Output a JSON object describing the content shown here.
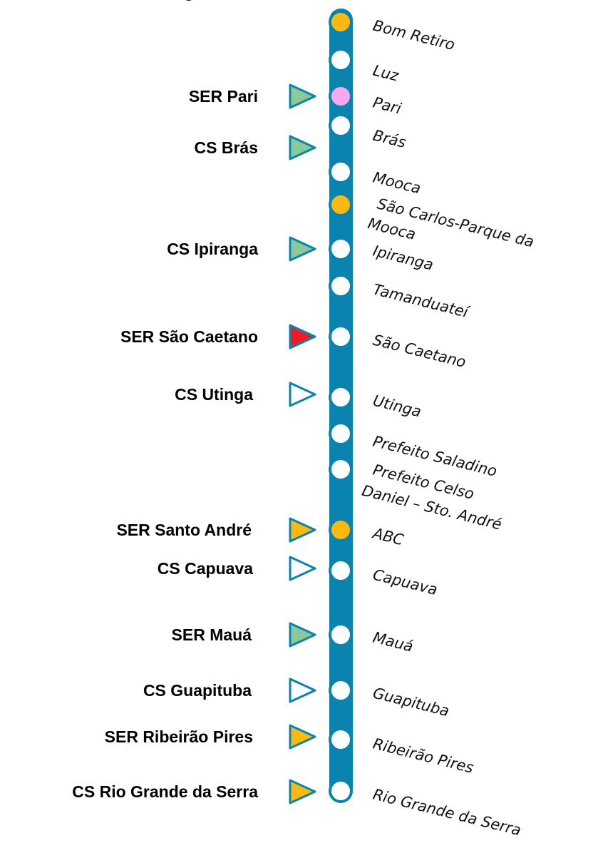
{
  "line": {
    "color": "#0A84AE"
  },
  "top_clipped_label": "g",
  "stations": [
    {
      "label": "Bom Retiro",
      "fill": "#FCB913"
    },
    {
      "label": "Luz",
      "fill": "#FFFFFF"
    },
    {
      "label": "Pari",
      "fill": "#F9A8EE"
    },
    {
      "label": "Brás",
      "fill": "#FFFFFF"
    },
    {
      "label": "Mooca",
      "fill": "#FFFFFF"
    },
    {
      "label": "São Carlos-Parque da Mooca",
      "fill": "#FCB913"
    },
    {
      "label": "Ipiranga",
      "fill": "#FFFFFF"
    },
    {
      "label": "Tamanduateí",
      "fill": "#FFFFFF"
    },
    {
      "label": "São Caetano",
      "fill": "#FFFFFF"
    },
    {
      "label": "Utinga",
      "fill": "#FFFFFF"
    },
    {
      "label": "Prefeito Saladino",
      "fill": "#FFFFFF"
    },
    {
      "label": "Prefeito Celso Daniel – Sto. André",
      "fill": "#FFFFFF"
    },
    {
      "label": "ABC",
      "fill": "#FCB913"
    },
    {
      "label": "Capuava",
      "fill": "#FFFFFF"
    },
    {
      "label": "Mauá",
      "fill": "#FFFFFF"
    },
    {
      "label": "Guapituba",
      "fill": "#FFFFFF"
    },
    {
      "label": "Ribeirão Pires",
      "fill": "#FFFFFF"
    },
    {
      "label": "Rio Grande da Serra",
      "fill": "#FFFFFF"
    }
  ],
  "facilities": [
    {
      "label": "SER Pari",
      "marker_fill": "#8CC99A"
    },
    {
      "label": "CS Brás",
      "marker_fill": "#8CC99A"
    },
    {
      "label": "CS Ipiranga",
      "marker_fill": "#8CC99A"
    },
    {
      "label": "SER São Caetano",
      "marker_fill": "#EE1C25"
    },
    {
      "label": "CS Utinga",
      "marker_fill": "#FFFFFF"
    },
    {
      "label": "SER Santo André",
      "marker_fill": "#FCB913"
    },
    {
      "label": "CS Capuava",
      "marker_fill": "#FFFFFF"
    },
    {
      "label": "SER Mauá",
      "marker_fill": "#8CC99A"
    },
    {
      "label": "CS Guapituba",
      "marker_fill": "#FFFFFF"
    },
    {
      "label": "SER Ribeirão Pires",
      "marker_fill": "#FCB913"
    },
    {
      "label": "CS Rio Grande da Serra",
      "marker_fill": "#FCB913"
    }
  ]
}
